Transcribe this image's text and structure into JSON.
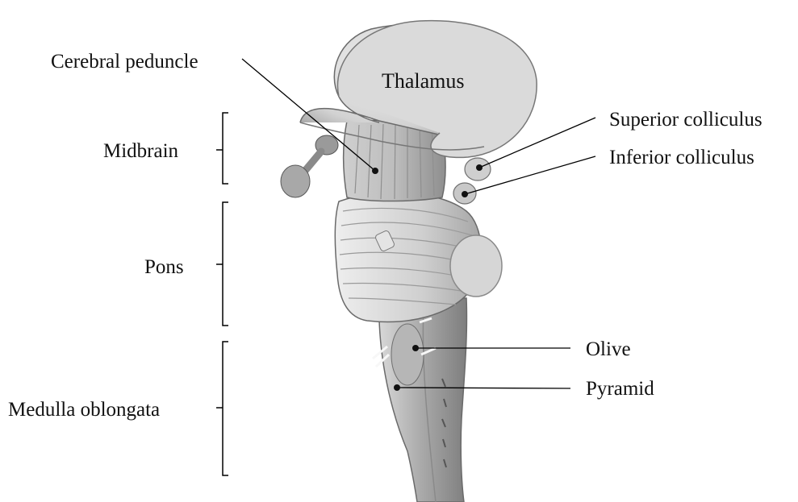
{
  "labels": {
    "thalamus": "Thalamus",
    "cerebral_peduncle": "Cerebral peduncle",
    "superior_colliculus": "Superior colliculus",
    "inferior_colliculus": "Inferior colliculus",
    "olive": "Olive",
    "pyramid": "Pyramid"
  },
  "regions": {
    "midbrain": "Midbrain",
    "pons": "Pons",
    "medulla": "Medulla oblongata"
  },
  "colors": {
    "tissue_light": "#e6e6e6",
    "tissue_mid": "#c4c4c4",
    "tissue_dark": "#8e8e8e",
    "outline": "#5a5a5a",
    "leader": "#000000"
  }
}
